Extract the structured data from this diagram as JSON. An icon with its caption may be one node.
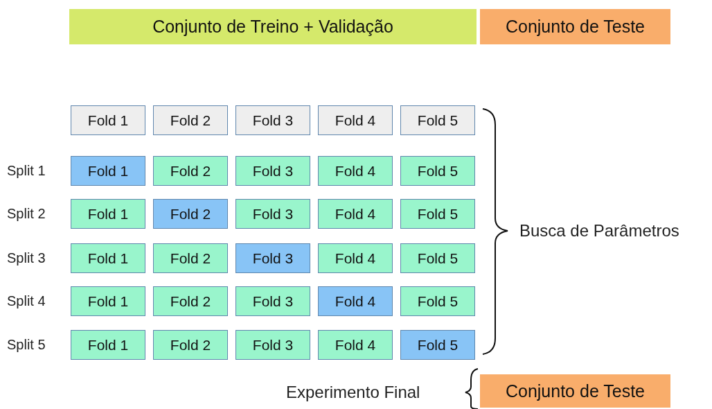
{
  "diagram": {
    "nodes": [
      {
        "text": [
          "Conjunto de Treino + Validação"
        ]
      },
      {
        "text": [
          "Conjunto de Teste"
        ]
      },
      {
        "text": [
          "Fold 1"
        ]
      },
      {
        "text": [
          "Fold 2"
        ]
      },
      {
        "text": [
          "Fold 3"
        ]
      },
      {
        "text": [
          "Fold 4"
        ]
      },
      {
        "text": [
          "Fold 5"
        ]
      },
      {
        "text": [
          "Fold 1"
        ]
      },
      {
        "text": [
          "Fold 2"
        ]
      },
      {
        "text": [
          "Fold 3"
        ]
      },
      {
        "text": [
          "Fold 4"
        ]
      },
      {
        "text": [
          "Fold 5"
        ]
      },
      {
        "text": [
          "Fold 1"
        ]
      },
      {
        "text": [
          "Fold 2"
        ]
      },
      {
        "text": [
          "Fold 3"
        ]
      },
      {
        "text": [
          "Fold 4"
        ]
      },
      {
        "text": [
          "Fold 5"
        ]
      },
      {
        "text": [
          "Fold 1"
        ]
      },
      {
        "text": [
          "Fold 2"
        ]
      },
      {
        "text": [
          "Fold 3"
        ]
      },
      {
        "text": [
          "Fold 4"
        ]
      },
      {
        "text": [
          "Fold 5"
        ]
      },
      {
        "text": [
          "Fold 1"
        ]
      },
      {
        "text": [
          "Fold 2"
        ]
      },
      {
        "text": [
          "Fold 3"
        ]
      },
      {
        "text": [
          "Fold 4"
        ]
      },
      {
        "text": [
          "Fold 5"
        ]
      },
      {
        "text": [
          "Fold 1"
        ]
      },
      {
        "text": [
          "Fold 2"
        ]
      },
      {
        "text": [
          "Fold 3"
        ]
      },
      {
        "text": [
          "Fold 4"
        ]
      },
      {
        "text": [
          "Fold 5"
        ]
      },
      {
        "text": [
          "Conjunto de Teste"
        ]
      }
    ],
    "labels": [
      "Split 1",
      "Split 2",
      "Split 3",
      "Split 4",
      "Split 5",
      "Busca de Parâmetros",
      "Experimento Final"
    ]
  }
}
